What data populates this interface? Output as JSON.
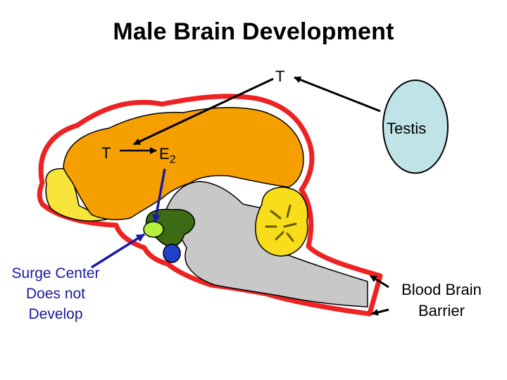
{
  "title": "Male Brain Development",
  "labels": {
    "t_top": "T",
    "testis": "Testis",
    "t_brain": "T",
    "e2_base": "E",
    "e2_sub": "2",
    "surge_line1": "Surge Center",
    "surge_line2": "Does not",
    "surge_line3": "Develop",
    "bbb_line1": "Blood Brain",
    "bbb_line2": "Barrier"
  },
  "colors": {
    "barrier": "#ee2222",
    "cerebrum": "#f5a000",
    "olfactory": "#f7e43a",
    "brainstem": "#c8c8c8",
    "cerebellum": "#f7dd1a",
    "hypothalamus": "#3d6b14",
    "surge_center": "#b6f03c",
    "pituitary": "#1f3fcc",
    "testis_fill": "#bfe3e6",
    "arrow_black": "#000000",
    "arrow_blue": "#1a1aaa"
  }
}
